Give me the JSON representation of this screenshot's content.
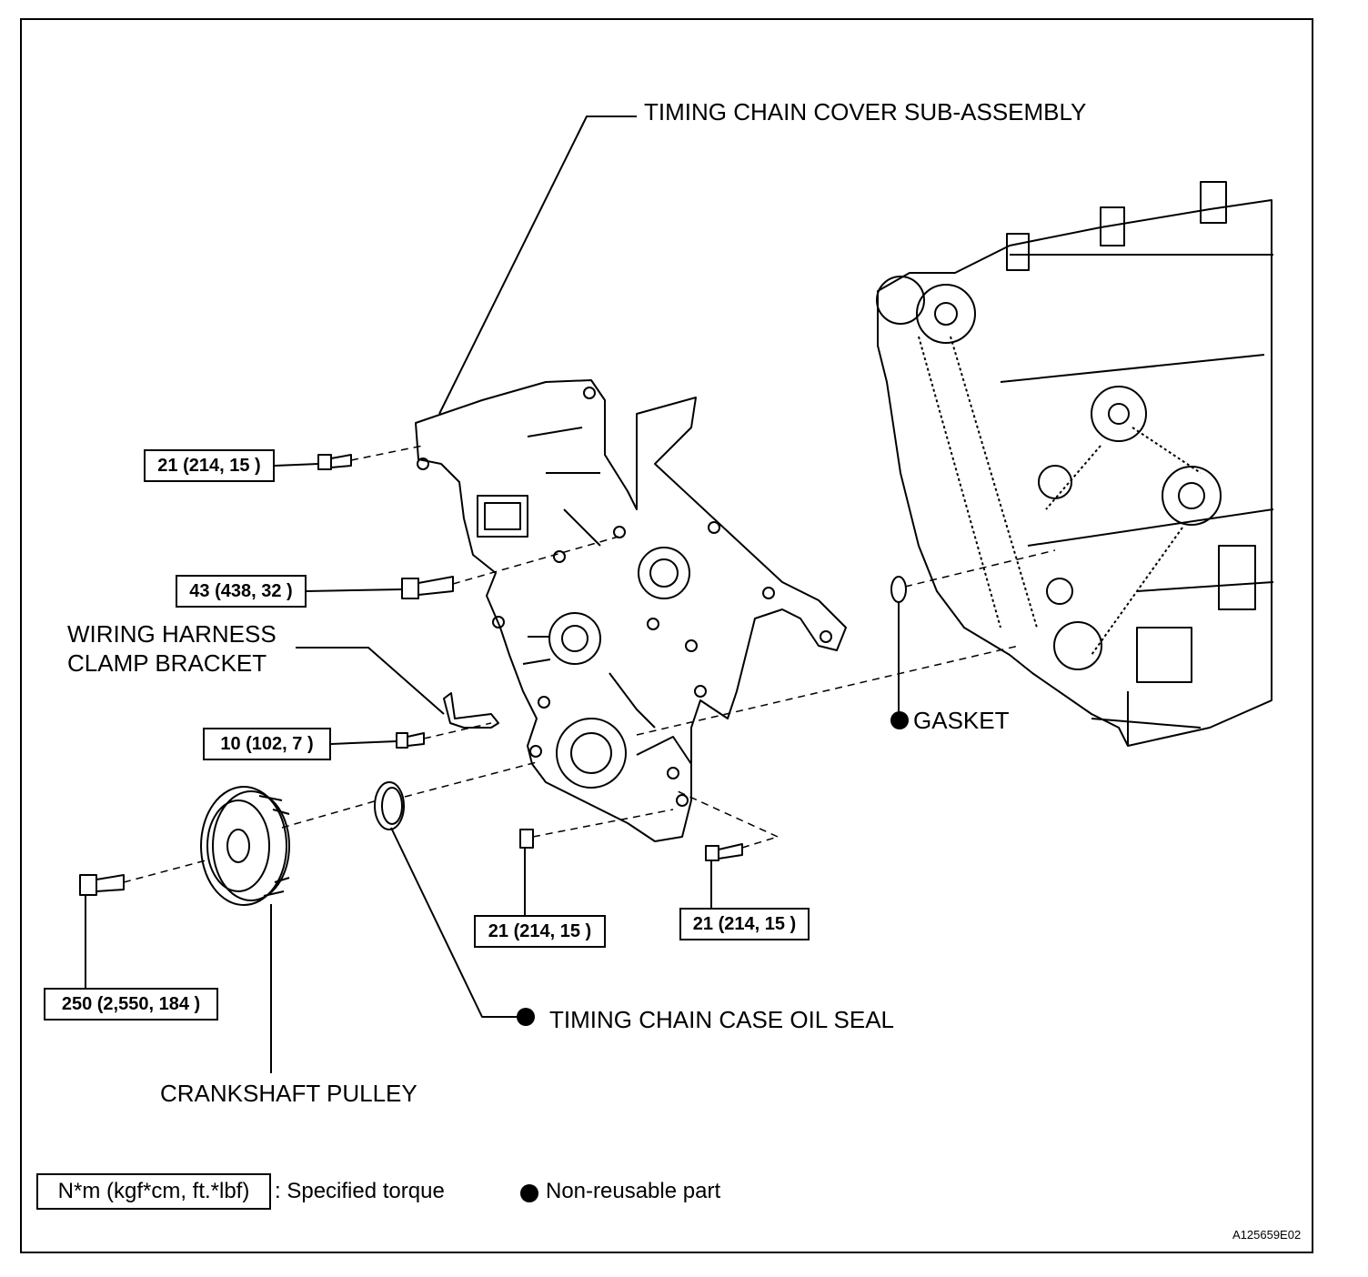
{
  "labels": {
    "timing_chain_cover": "TIMING CHAIN COVER SUB-ASSEMBLY",
    "wiring_harness_line1": "WIRING HARNESS",
    "wiring_harness_line2": "CLAMP BRACKET",
    "gasket": "GASKET",
    "timing_chain_oil_seal": "TIMING CHAIN CASE OIL SEAL",
    "crankshaft_pulley": "CRANKSHAFT PULLEY"
  },
  "torques": {
    "cover_top_bolt": "21 (214, 15 )",
    "cover_mid_bolt": "43 (438, 32 )",
    "clamp_bracket_bolt": "10 (102, 7 )",
    "lower_bolt_left": "21 (214, 15 )",
    "lower_bolt_right": "21 (214, 15 )",
    "pulley_bolt": "250 (2,550, 184 )"
  },
  "legend": {
    "torque_units": "N*m (kgf*cm, ft.*lbf)",
    "torque_desc": ": Specified torque",
    "nonreusable_desc": "Non-reusable part"
  },
  "figure_code": "A125659E02",
  "icons": {
    "nonreusable": "filled-circle-icon"
  }
}
